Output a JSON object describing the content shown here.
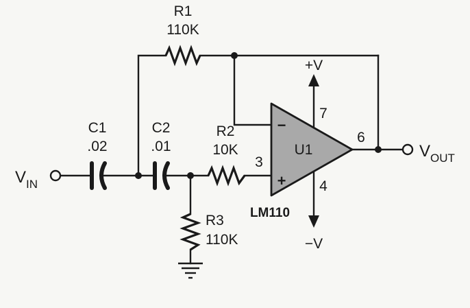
{
  "components": {
    "r1": {
      "name": "R1",
      "value": "110K"
    },
    "r2": {
      "name": "R2",
      "value": "10K"
    },
    "r3": {
      "name": "R3",
      "value": "110K"
    },
    "c1": {
      "name": "C1",
      "value": ".02"
    },
    "c2": {
      "name": "C2",
      "value": ".01"
    },
    "u1": {
      "name": "U1",
      "part": "LM110",
      "fill_color": "#a9a9a9"
    }
  },
  "pins": {
    "non_inverting": "3",
    "v_plus": "7",
    "v_minus": "4",
    "output": "6"
  },
  "polarity": {
    "minus": "−",
    "plus": "+"
  },
  "supply": {
    "positive": "+V",
    "negative": "−V"
  },
  "terminals": {
    "input": {
      "main": "V",
      "sub": "IN"
    },
    "output": {
      "main": "V",
      "sub": "OUT"
    }
  },
  "icons": {
    "ground": "ground-icon",
    "resistor": "resistor-icon",
    "capacitor": "capacitor-icon",
    "opamp": "opamp-triangle-icon"
  }
}
